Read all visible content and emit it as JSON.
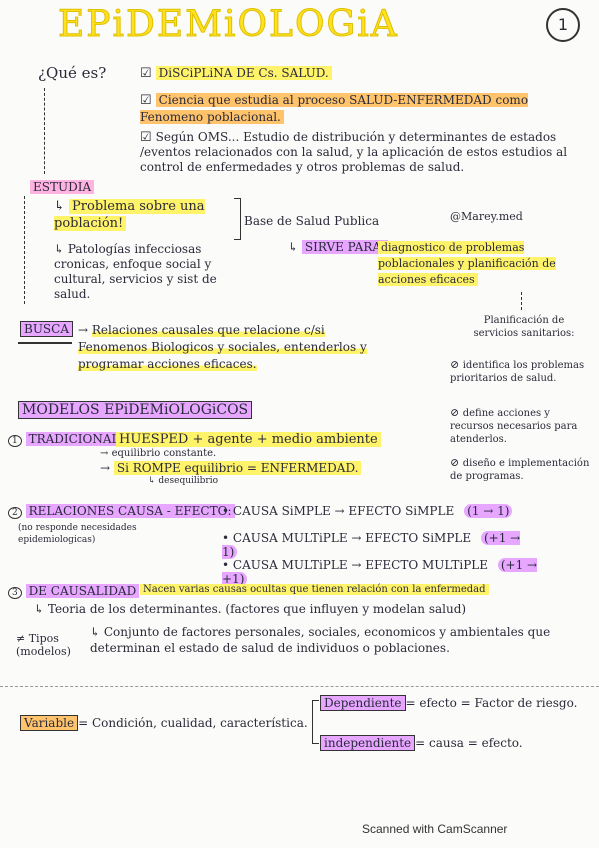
{
  "title": "EPiDEMiOLOGiA",
  "page_number": "1",
  "que_es": {
    "question": "¿Qué es?",
    "items": [
      "DiSCiPLiNA DE Cs. SALUD.",
      "Ciencia que estudia al proceso SALUD-ENFERMEDAD como Fenomeno poblacional.",
      "Según OMS... Estudio de distribución y determinantes de estados /eventos relacionados con la salud, y la aplicación de estos estudios al control de enfermedades y otros problemas de salud."
    ]
  },
  "watermark_handle": "@Marey.med",
  "estudia": {
    "label": "ESTUDIA",
    "item1": "Problema sobre una población!",
    "item2": "Patologías infecciosas cronicas, enfoque social y cultural, servicios y sist de salud.",
    "base_label": "Base de Salud Publica",
    "sirve_para_label": "SIRVE PARA:",
    "sirve_para_text": "diagnostico de problemas poblacionales y planificación de acciones eficaces"
  },
  "busca": {
    "label": "BUSCA",
    "text": "Relaciones causales que relacione c/si Fenomenos Biologicos y sociales, entenderlos y programar acciones eficaces."
  },
  "planificacion": {
    "heading": "Planificación de servicios sanitarios:",
    "items": [
      "identifica los problemas prioritarios de salud.",
      "define acciones y recursos necesarios para atenderlos.",
      "diseño e implementación de programas."
    ]
  },
  "modelos": {
    "heading": "MODELOS EPiDEMiOLOGiCOS",
    "tradicional": {
      "num": "1",
      "label": "TRADICIONAL",
      "line1": "HUESPED + agente + medio ambiente",
      "line2": "equilibrio constante.",
      "line3": "Si ROMPE equilibrio = ENFERMEDAD.",
      "line4": "desequilibrio"
    },
    "relaciones": {
      "num": "2",
      "label": "RELACIONES CAUSA - EFECTO:",
      "note": "(no responde necesidades epidemiologicas)",
      "rows": [
        {
          "left": "CAUSA SiMPLE",
          "right": "EFECTO SiMPLE",
          "tag": "(1 → 1)"
        },
        {
          "left": "CAUSA MULTiPLE",
          "right": "EFECTO SiMPLE",
          "tag": "(+1 → 1)"
        },
        {
          "left": "CAUSA MULTiPLE",
          "right": "EFECTO MULTiPLE",
          "tag": "(+1 → +1)"
        }
      ]
    },
    "causalidad": {
      "num": "3",
      "label": "DE CAUSALIDAD",
      "line1": "Nacen varias causas ocultas que tienen relación con la enfermedad",
      "line2": "Teoria de los determinantes. (factores que influyen y modelan salud)",
      "tipos": "≠ Tipos (modelos)",
      "line3": "Conjunto de factores personales, sociales, economicos y ambientales que determinan el estado de salud de individuos o poblaciones."
    }
  },
  "variable": {
    "label": "Variable",
    "definition": "= Condición, cualidad, característica.",
    "dependiente": "Dependiente",
    "dependiente_def": "= efecto = Factor de riesgo.",
    "independiente": "independiente",
    "independiente_def": "= causa = efecto."
  },
  "footer": "Scanned with CamScanner"
}
